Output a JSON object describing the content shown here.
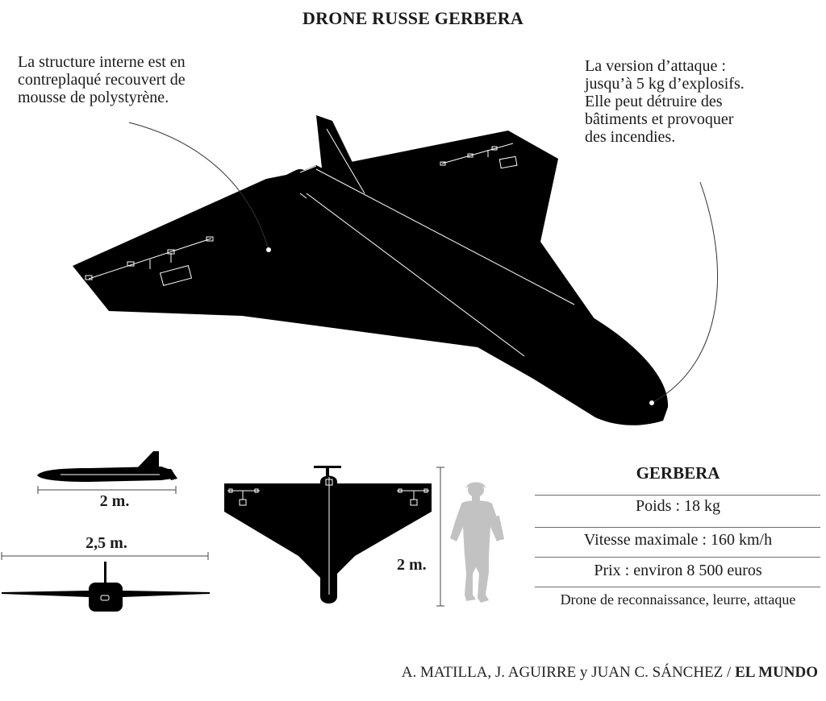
{
  "title": "DRONE RUSSE GERBERA",
  "note_structure": [
    "La structure interne est en",
    "contreplaqué recouvert de",
    "mousse de polystyrène."
  ],
  "note_attack": [
    "La version d’attaque :",
    "jusqu’à 5 kg d’explosifs.",
    "Elle peut détruire des",
    "bâtiments et provoquer",
    "des incendies."
  ],
  "dimensions": {
    "side_length": "2 m.",
    "wingspan": "2,5 m.",
    "height_scale": "2 m."
  },
  "specs": {
    "heading": "GERBERA",
    "weight": "Poids : 18 kg",
    "max_speed": "Vitesse maximale : 160 km/h",
    "price": "Prix : environ 8 500 euros",
    "role": "Drone de reconnaissance, leurre, attaque"
  },
  "credit": {
    "authors": "A. MATILLA, J. AGUIRRE y JUAN C. SÁNCHEZ /",
    "outlet": "EL MUNDO"
  },
  "colors": {
    "drone": "#000000",
    "soldier": "#c2c2c2",
    "rule": "#6d6d6d",
    "text": "#1a1a1a"
  }
}
